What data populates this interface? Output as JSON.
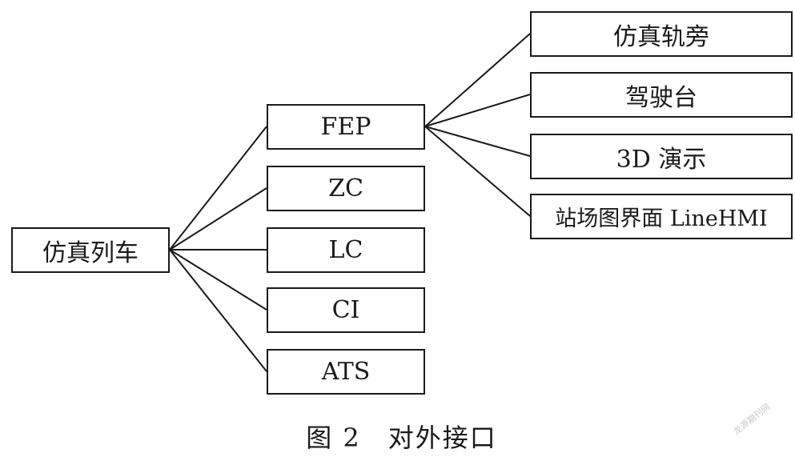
{
  "diagram": {
    "root": {
      "label": "仿真列车"
    },
    "middle": [
      {
        "label": "FEP"
      },
      {
        "label": "ZC"
      },
      {
        "label": "LC"
      },
      {
        "label": "CI"
      },
      {
        "label": "ATS"
      }
    ],
    "fep_children": [
      {
        "label": "仿真轨旁"
      },
      {
        "label": "驾驶台"
      },
      {
        "label": "3D 演示"
      },
      {
        "label": "站场图界面 LineHMI"
      }
    ]
  },
  "caption": {
    "figure_number": "图 2",
    "title": "对外接口"
  },
  "watermark": {
    "text": "龙源期刊网"
  }
}
